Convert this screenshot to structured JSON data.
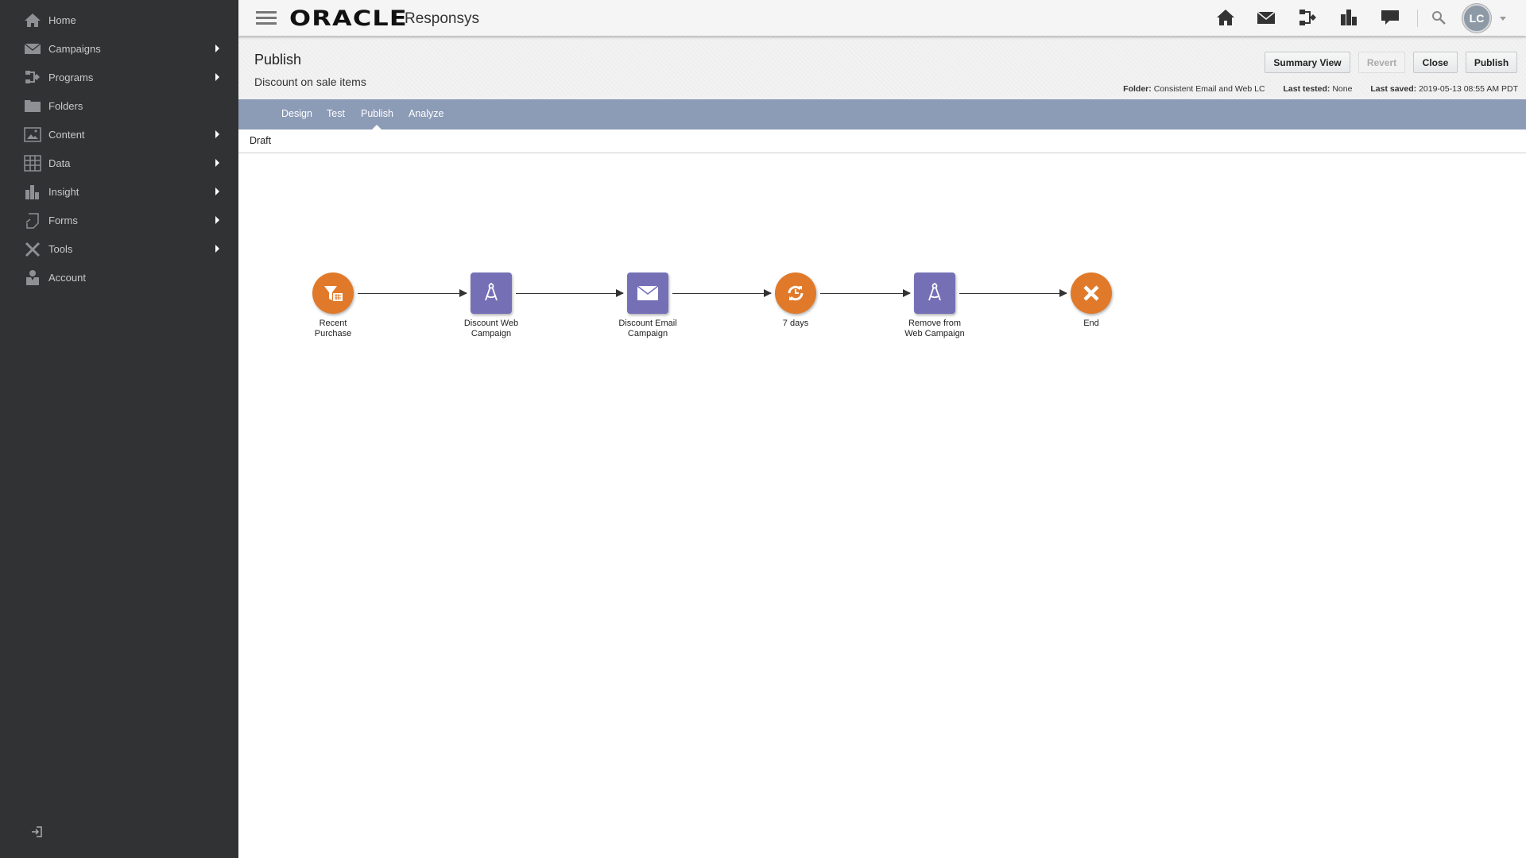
{
  "sidebar": {
    "items": [
      {
        "label": "Home",
        "icon": "home-icon",
        "submenu": false
      },
      {
        "label": "Campaigns",
        "icon": "mail-icon",
        "submenu": true
      },
      {
        "label": "Programs",
        "icon": "programs-icon",
        "submenu": true
      },
      {
        "label": "Folders",
        "icon": "folder-icon",
        "submenu": false
      },
      {
        "label": "Content",
        "icon": "image-icon",
        "submenu": true
      },
      {
        "label": "Data",
        "icon": "grid-icon",
        "submenu": true
      },
      {
        "label": "Insight",
        "icon": "bar-chart-icon",
        "submenu": true
      },
      {
        "label": "Forms",
        "icon": "forms-icon",
        "submenu": true
      },
      {
        "label": "Tools",
        "icon": "tools-icon",
        "submenu": true
      },
      {
        "label": "Account",
        "icon": "user-icon",
        "submenu": false
      }
    ]
  },
  "header": {
    "logo": "ORACLE",
    "product": "Responsys",
    "avatar_initials": "LC"
  },
  "page": {
    "title": "Publish",
    "subtitle": "Discount on sale items",
    "buttons": {
      "summary": "Summary View",
      "revert": "Revert",
      "close": "Close",
      "publish": "Publish"
    },
    "meta": {
      "folder_label": "Folder:",
      "folder": "Consistent Email and Web LC",
      "tested_label": "Last tested:",
      "tested": "None",
      "saved_label": "Last saved:",
      "saved": "2019-05-13 08:55 AM PDT"
    }
  },
  "tabs": [
    {
      "label": "Design"
    },
    {
      "label": "Test"
    },
    {
      "label": "Publish",
      "active": true
    },
    {
      "label": "Analyze"
    }
  ],
  "status": "Draft",
  "flow": {
    "nodes": [
      {
        "label": "Recent\nPurchase",
        "shape": "circle",
        "icon": "filter-icon"
      },
      {
        "label": "Discount Web\nCampaign",
        "shape": "square",
        "icon": "compass-icon"
      },
      {
        "label": "Discount Email\nCampaign",
        "shape": "square",
        "icon": "envelope-icon"
      },
      {
        "label": "7 days",
        "shape": "circle",
        "icon": "timer-icon"
      },
      {
        "label": "Remove from\nWeb Campaign",
        "shape": "square",
        "icon": "compass-icon"
      },
      {
        "label": "End",
        "shape": "circle",
        "icon": "close-icon"
      }
    ],
    "colors": {
      "orange": "#e07a2a",
      "purple": "#7570b6"
    }
  }
}
